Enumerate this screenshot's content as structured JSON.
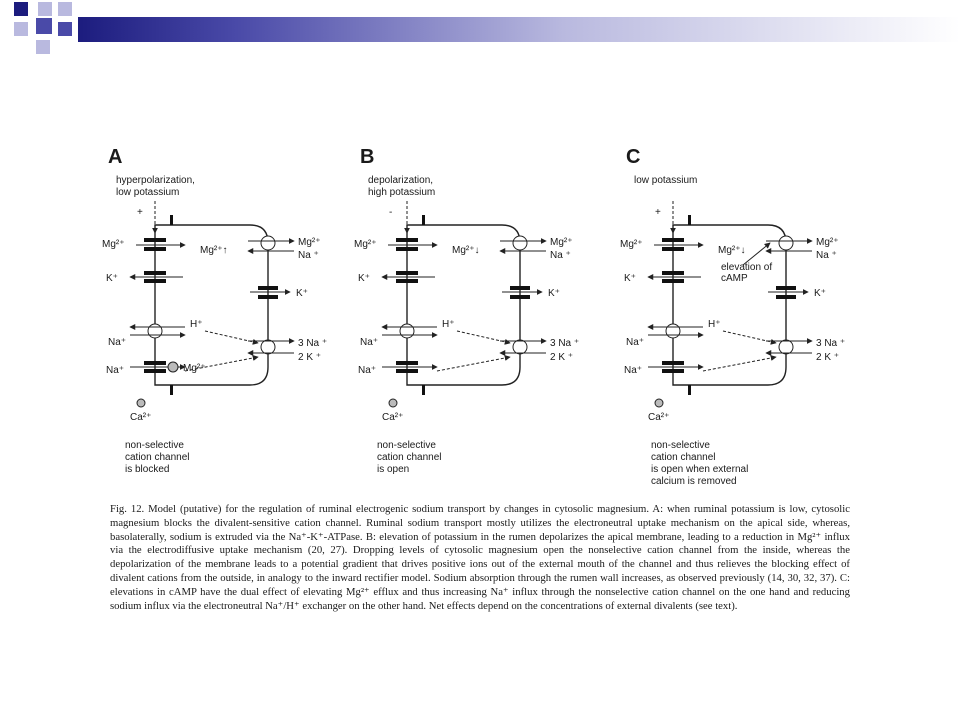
{
  "colors": {
    "dark_blue": "#1c1c7e",
    "mid_blue": "#4a4aa8",
    "light_blue": "#b9b9df"
  },
  "panels": [
    {
      "letter": "A",
      "condition": [
        "hyperpolarization,",
        "low potassium"
      ],
      "sign": "+",
      "apical_labels": {
        "mg": "Mg²⁺",
        "k": "K⁺",
        "na1": "Na⁺",
        "na2": "Na⁺",
        "ca": "Ca²⁺"
      },
      "inside": {
        "mg_change": "Mg²⁺↑",
        "h": "H⁺",
        "mg_block": "Mg²⁺"
      },
      "basolateral": {
        "mg": "Mg²⁺",
        "na": "Na ⁺",
        "k": "K⁺",
        "na3": "3 Na ⁺",
        "k2": "2 K ⁺"
      },
      "channel_note": [
        "non-selective",
        "cation channel",
        "is blocked"
      ]
    },
    {
      "letter": "B",
      "condition": [
        "depolarization,",
        "high potassium"
      ],
      "sign": "-",
      "apical_labels": {
        "mg": "Mg²⁺",
        "k": "K⁺",
        "na1": "Na⁺",
        "na2": "Na⁺",
        "ca": "Ca²⁺"
      },
      "inside": {
        "mg_change": "Mg²⁺↓",
        "h": "H⁺"
      },
      "basolateral": {
        "mg": "Mg²⁺",
        "na": "Na ⁺",
        "k": "K⁺",
        "na3": "3 Na ⁺",
        "k2": "2 K ⁺"
      },
      "channel_note": [
        "non-selective",
        "cation channel",
        "is open"
      ]
    },
    {
      "letter": "C",
      "condition": [
        "low potassium"
      ],
      "sign": "+",
      "apical_labels": {
        "mg": "Mg²⁺",
        "k": "K⁺",
        "na1": "Na⁺",
        "na2": "Na⁺",
        "ca": "Ca²⁺"
      },
      "inside": {
        "mg_change": "Mg²⁺↓",
        "h": "H⁺",
        "camp": [
          "elevation of",
          "cAMP"
        ]
      },
      "basolateral": {
        "mg": "Mg²⁺",
        "na": "Na ⁺",
        "k": "K⁺",
        "na3": "3 Na ⁺",
        "k2": "2 K ⁺"
      },
      "channel_note": [
        "non-selective",
        "cation channel",
        "is open when external",
        "calcium is removed"
      ]
    }
  ],
  "caption": "Fig. 12. Model (putative) for the regulation of ruminal electrogenic sodium transport by changes in cytosolic magnesium. A: when ruminal potassium is low, cytosolic magnesium blocks the divalent-sensitive cation channel. Ruminal sodium transport mostly utilizes the electroneutral uptake mechanism on the apical side, whereas, basolaterally, sodium is extruded via the Na⁺-K⁺-ATPase. B: elevation of potassium in the rumen depolarizes the apical membrane, leading to a reduction in Mg²⁺ influx via the electrodiffusive uptake mechanism (20, 27). Dropping levels of cytosolic magnesium open the nonselective cation channel from the inside, whereas the depolarization of the membrane leads to a potential gradient that drives positive ions out of the external mouth of the channel and thus relieves the blocking effect of divalent cations from the outside, in analogy to the inward rectifier model. Sodium absorption through the rumen wall increases, as observed previously (14, 30, 32, 37). C: elevations in cAMP have the dual effect of elevating Mg²⁺ efflux and thus increasing Na⁺ influx through the nonselective cation channel on the one hand and reducing sodium influx via the electroneutral Na⁺/H⁺ exchanger on the other hand. Net effects depend on the concentrations of external divalents (see text)."
}
